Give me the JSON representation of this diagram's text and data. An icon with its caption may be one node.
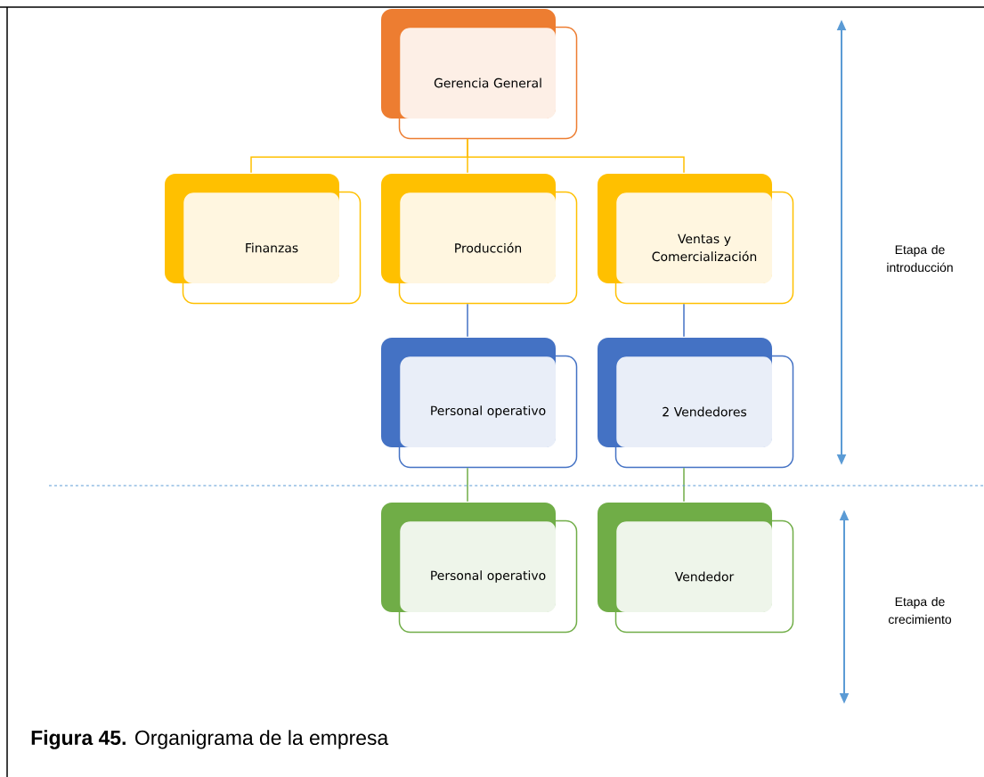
{
  "diagram": {
    "caption": "**Figura 45.** Organigrama de la empresa",
    "nodes": [
      {
        "text": [
          "Gerencia General"
        ]
      },
      {
        "text": [
          "Finanzas"
        ]
      },
      {
        "text": [
          "Producción"
        ]
      },
      {
        "text": [
          "Ventas y Comercialización"
        ]
      },
      {
        "text": [
          "Personal operativo"
        ]
      },
      {
        "text": [
          "2 Vendedores"
        ]
      },
      {
        "text": [
          "Personal operativo"
        ]
      },
      {
        "text": [
          "Vendedor"
        ]
      }
    ],
    "edges": [
      {
        "from": 0,
        "to": 1,
        "arrow": "none"
      },
      {
        "from": 0,
        "to": 2,
        "arrow": "none"
      },
      {
        "from": 0,
        "to": 3,
        "arrow": "none"
      },
      {
        "from": 2,
        "to": 4,
        "arrow": "none",
        "color": "#4472c4"
      },
      {
        "from": 3,
        "to": 5,
        "arrow": "none",
        "color": "#4472c4"
      },
      {
        "from": 4,
        "to": 6,
        "arrow": "none",
        "color": "#70ad47"
      },
      {
        "from": 5,
        "to": 7,
        "arrow": "none",
        "color": "#70ad47"
      }
    ],
    "labels": [
      "Etapa de introducción",
      "Etapa de crecimiento"
    ]
  }
}
